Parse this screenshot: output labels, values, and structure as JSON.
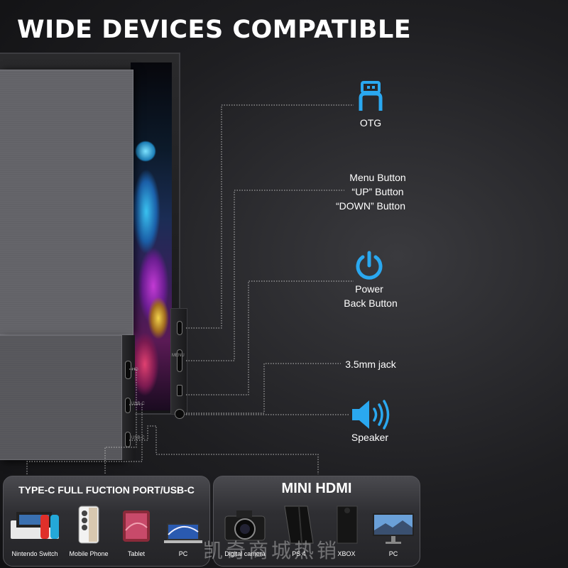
{
  "title": "WIDE DEVICES COMPATIBLE",
  "monitor_port_labels": {
    "hd": "HD",
    "usb1": "USB-C",
    "usb2": "USB-C",
    "menu": "MENU"
  },
  "callouts": {
    "otg": "OTG",
    "menu_line1": "Menu Button",
    "menu_line2": "“UP” Button",
    "menu_line3": "“DOWN” Button",
    "power_line1": "Power",
    "power_line2": "Back Button",
    "jack": "3.5mm jack",
    "speaker": "Speaker"
  },
  "panels": {
    "left_title": "TYPE-C FULL FUCTION PORT/USB-C",
    "right_title": "MINI HDMI",
    "left_devices": [
      {
        "name": "Nintendo Switch",
        "icon": "nintendo-switch-icon"
      },
      {
        "name": "Mobile Phone",
        "icon": "mobile-phone-icon"
      },
      {
        "name": "Tablet",
        "icon": "tablet-icon"
      },
      {
        "name": "PC",
        "icon": "laptop-icon"
      }
    ],
    "right_devices": [
      {
        "name": "Digital camera",
        "icon": "camera-icon"
      },
      {
        "name": "PS 4",
        "icon": "ps4-icon"
      },
      {
        "name": "XBOX",
        "icon": "xbox-icon"
      },
      {
        "name": "PC",
        "icon": "monitor-icon"
      }
    ]
  },
  "watermark": "凯奇商城热销",
  "colors": {
    "accent_blue": "#2aa8f0",
    "background": "#1e1e21",
    "text": "#ffffff"
  }
}
